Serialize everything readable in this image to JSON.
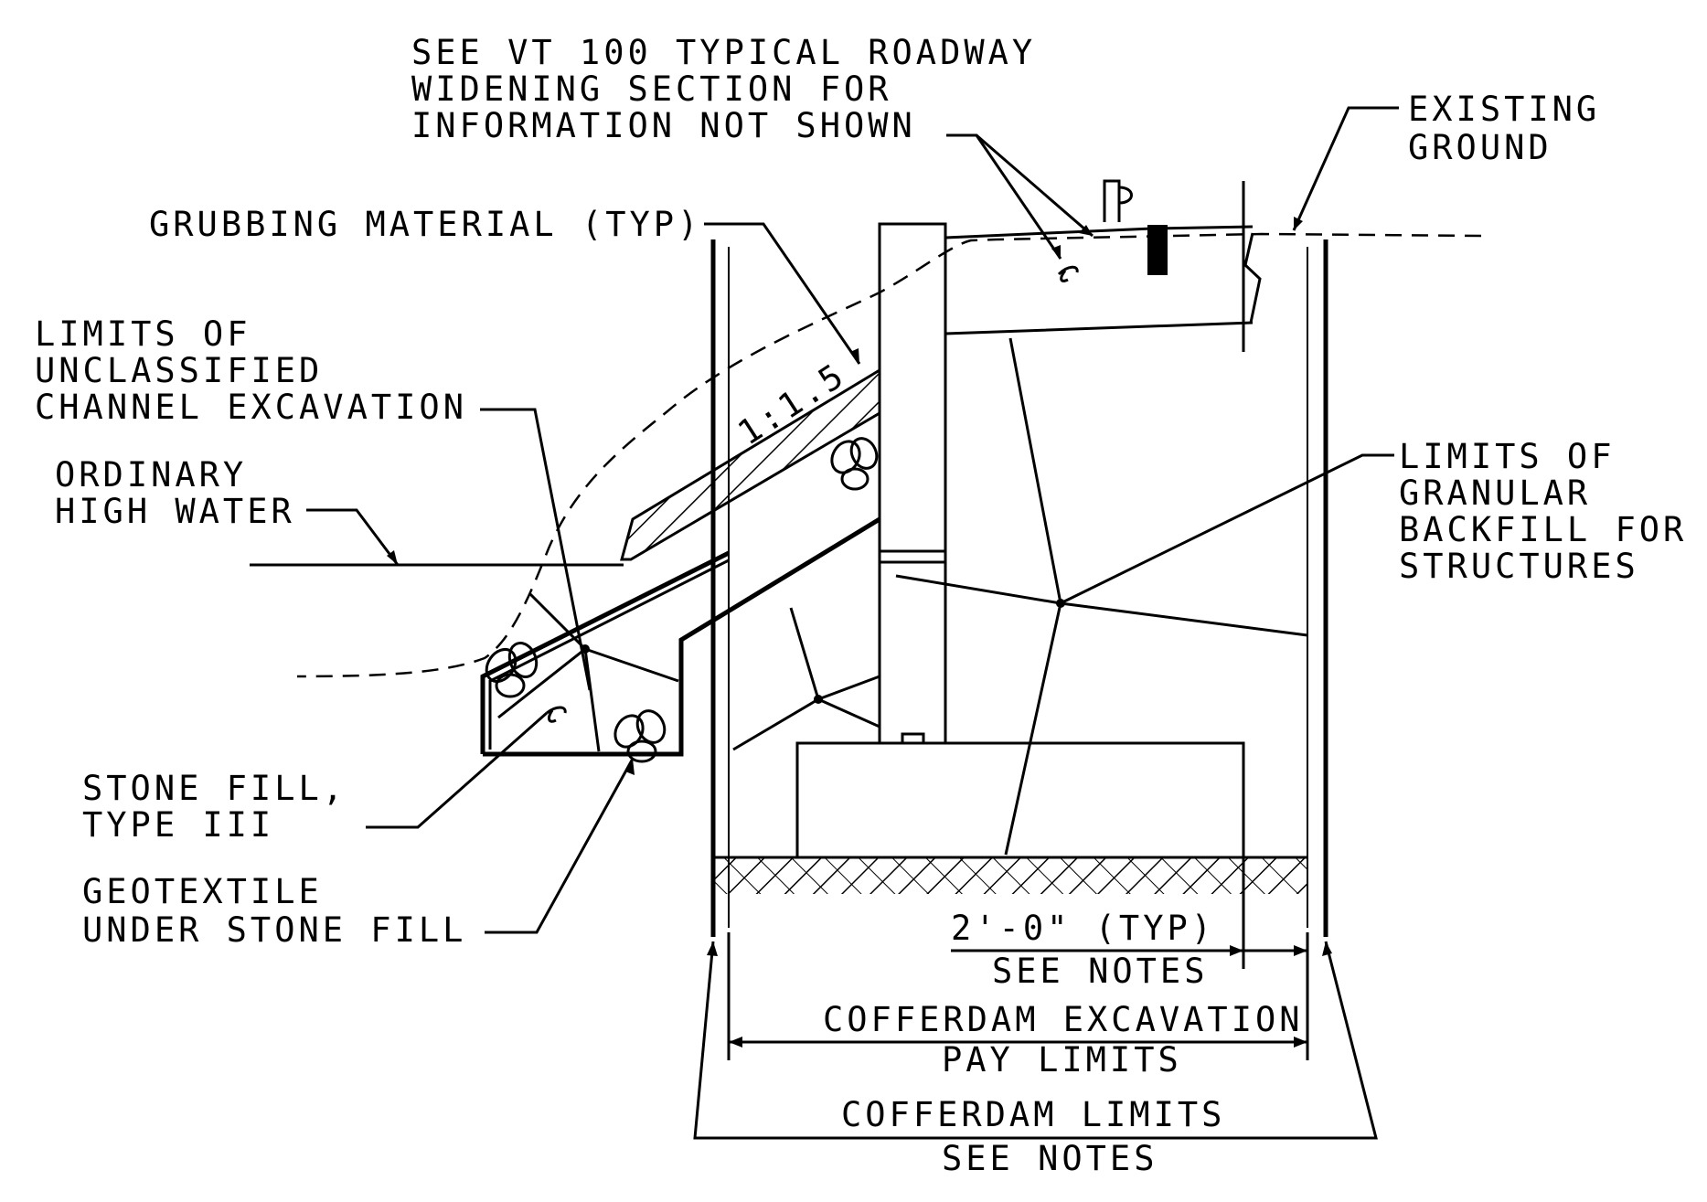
{
  "labels": {
    "vt100_note": [
      "SEE VT 100 TYPICAL ROADWAY",
      "WIDENING SECTION FOR",
      "INFORMATION NOT SHOWN"
    ],
    "existing_ground": [
      "EXISTING",
      "GROUND"
    ],
    "grubbing_material": "GRUBBING MATERIAL (TYP)",
    "limits_unclassified": [
      "LIMITS OF",
      "UNCLASSIFIED",
      "CHANNEL EXCAVATION"
    ],
    "ordinary_high_water": [
      "ORDINARY",
      "HIGH WATER"
    ],
    "slope": "1:1.5",
    "limits_granular": [
      "LIMITS OF",
      "GRANULAR",
      "BACKFILL FOR",
      "STRUCTURES"
    ],
    "stone_fill": [
      "STONE FILL,",
      "TYPE III"
    ],
    "geotextile": [
      "GEOTEXTILE",
      "UNDER STONE FILL"
    ],
    "typ_dimension": "2'-0\" (TYP)",
    "see_notes_1": "SEE NOTES",
    "cofferdam_excavation": [
      "COFFERDAM EXCAVATION",
      "PAY LIMITS"
    ],
    "cofferdam_limits": [
      "COFFERDAM LIMITS",
      "SEE NOTES"
    ]
  }
}
